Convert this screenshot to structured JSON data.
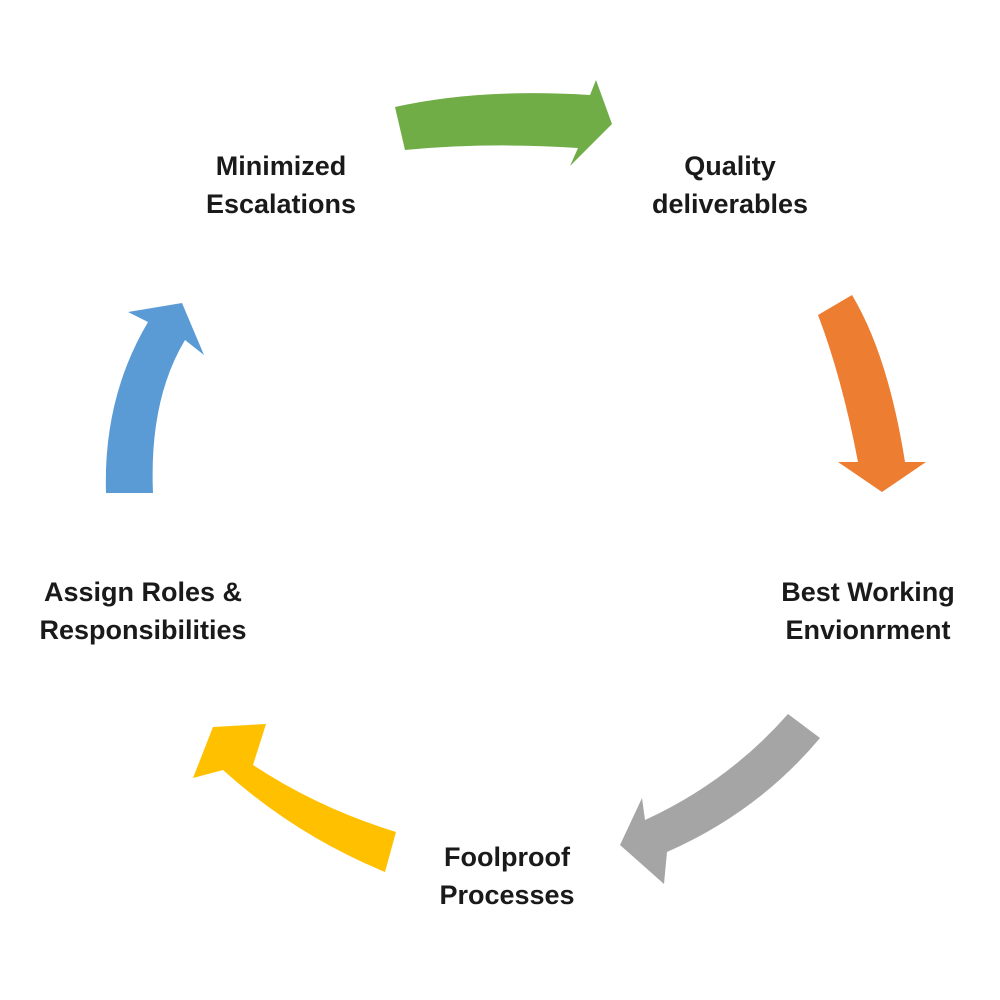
{
  "steps": [
    {
      "line1": "Quality",
      "line2": "deliverables"
    },
    {
      "line1": "Best Working",
      "line2": "Envionrment"
    },
    {
      "line1": "Foolproof",
      "line2": "Processes"
    },
    {
      "line1": "Assign Roles &",
      "line2": "Responsibilities"
    },
    {
      "line1": "Minimized",
      "line2": "Escalations"
    }
  ],
  "arrows": [
    {
      "from": "Minimized Escalations",
      "to": "Quality deliverables",
      "color": "#70AD47"
    },
    {
      "from": "Quality deliverables",
      "to": "Best Working Envionrment",
      "color": "#ED7D31"
    },
    {
      "from": "Best Working Envionrment",
      "to": "Foolproof Processes",
      "color": "#A5A5A5"
    },
    {
      "from": "Foolproof Processes",
      "to": "Assign Roles & Responsibilities",
      "color": "#FFC000"
    },
    {
      "from": "Assign Roles & Responsibilities",
      "to": "Minimized Escalations",
      "color": "#5B9BD5"
    }
  ]
}
